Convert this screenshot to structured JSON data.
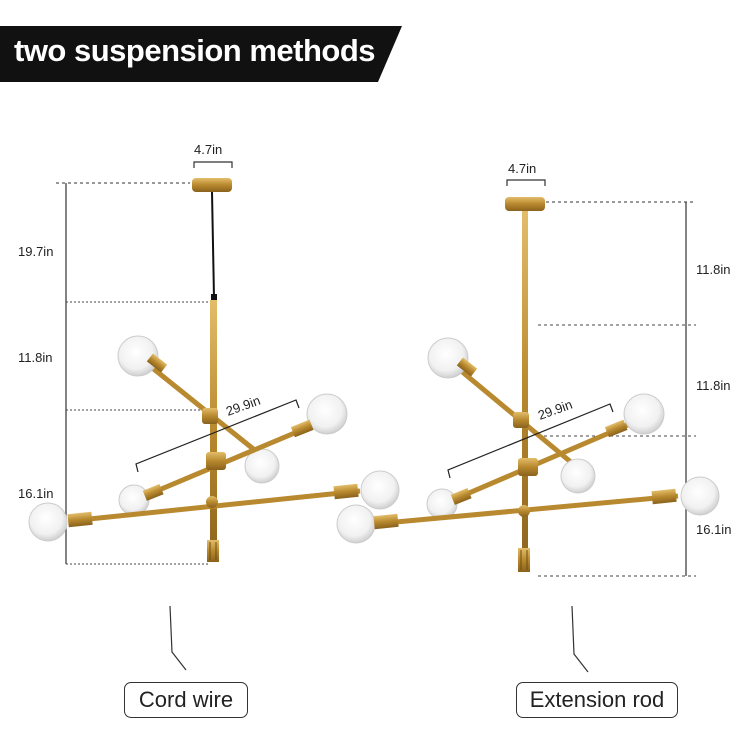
{
  "banner": {
    "title": "two suspension methods"
  },
  "left": {
    "canopy_width": "4.7in",
    "cord_length": "19.7in",
    "upper_height": "11.8in",
    "lower_height": "16.1in",
    "arm_span": "29.9in",
    "caption": "Cord wire"
  },
  "right": {
    "canopy_width": "4.7in",
    "rod_length": "11.8in",
    "upper_height": "11.8in",
    "lower_height": "16.1in",
    "arm_span": "29.9in",
    "caption": "Extension rod"
  },
  "colors": {
    "brass": "#b8892e",
    "banner": "#111111",
    "dim_line": "#333333"
  }
}
